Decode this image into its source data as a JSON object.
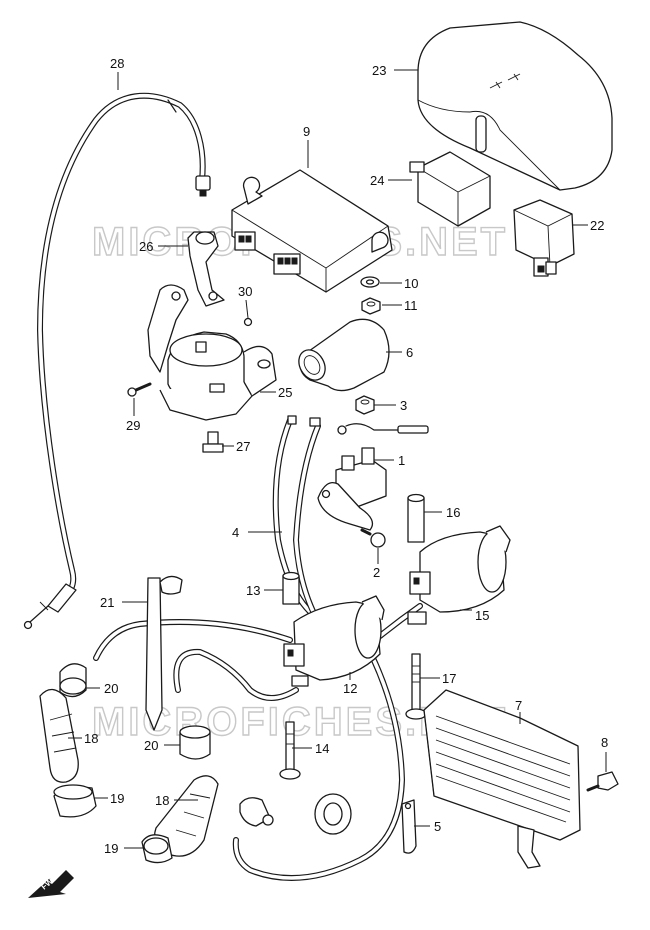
{
  "watermark": {
    "text": "MICROFICHES.NET"
  },
  "direction_marker": {
    "text": "FWD"
  },
  "callouts": [
    {
      "id": "c28",
      "label": "28"
    },
    {
      "id": "c23",
      "label": "23"
    },
    {
      "id": "c9",
      "label": "9"
    },
    {
      "id": "c24",
      "label": "24"
    },
    {
      "id": "c22",
      "label": "22"
    },
    {
      "id": "c26",
      "label": "26"
    },
    {
      "id": "c10",
      "label": "10"
    },
    {
      "id": "c11",
      "label": "11"
    },
    {
      "id": "c30",
      "label": "30"
    },
    {
      "id": "c6",
      "label": "6"
    },
    {
      "id": "c25",
      "label": "25"
    },
    {
      "id": "c29",
      "label": "29"
    },
    {
      "id": "c3",
      "label": "3"
    },
    {
      "id": "c27",
      "label": "27"
    },
    {
      "id": "c1",
      "label": "1"
    },
    {
      "id": "c4",
      "label": "4"
    },
    {
      "id": "c16",
      "label": "16"
    },
    {
      "id": "c2",
      "label": "2"
    },
    {
      "id": "c21",
      "label": "21"
    },
    {
      "id": "c13",
      "label": "13"
    },
    {
      "id": "c15",
      "label": "15"
    },
    {
      "id": "c20a",
      "label": "20"
    },
    {
      "id": "c12",
      "label": "12"
    },
    {
      "id": "c17",
      "label": "17"
    },
    {
      "id": "c7",
      "label": "7"
    },
    {
      "id": "c18a",
      "label": "18"
    },
    {
      "id": "c20b",
      "label": "20"
    },
    {
      "id": "c14",
      "label": "14"
    },
    {
      "id": "c8",
      "label": "8"
    },
    {
      "id": "c19a",
      "label": "19"
    },
    {
      "id": "c18b",
      "label": "18"
    },
    {
      "id": "c5",
      "label": "5"
    },
    {
      "id": "c19b",
      "label": "19"
    }
  ]
}
